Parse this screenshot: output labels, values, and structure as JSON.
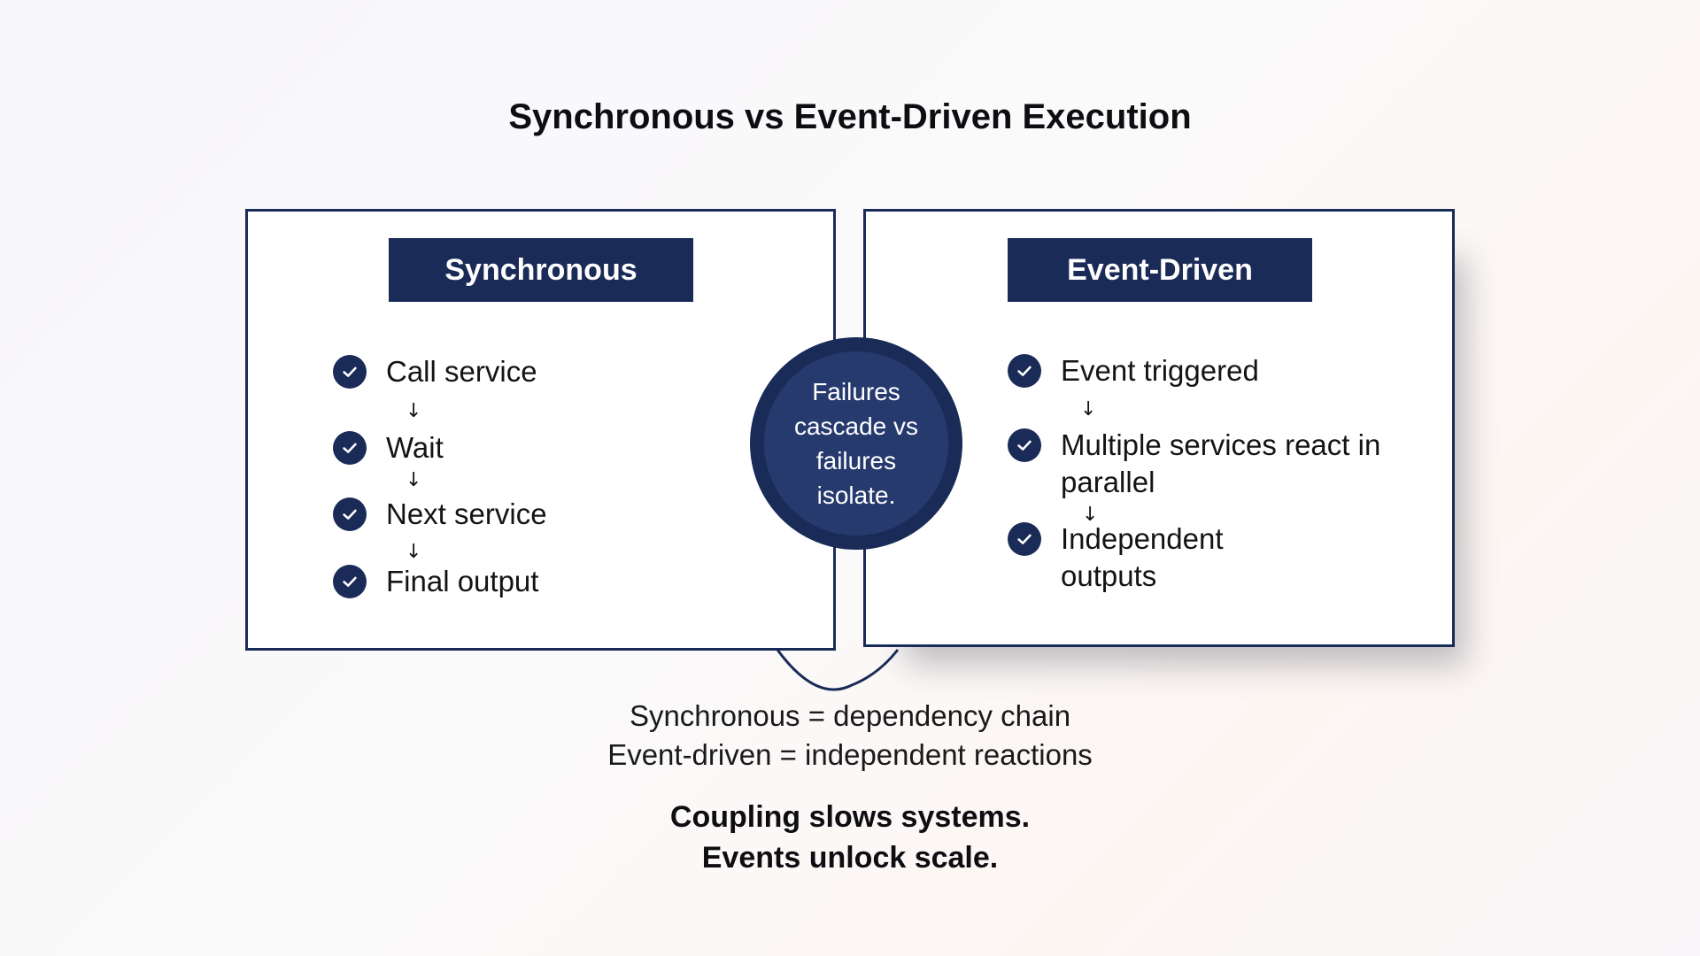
{
  "title": "Synchronous vs Event-Driven Execution",
  "colors": {
    "navy": "#1b2b58",
    "navy_inner": "#263a6e",
    "text": "#141414"
  },
  "synchronous": {
    "header": "Synchronous",
    "steps": [
      {
        "label": "Call service",
        "icon": "check-circle-icon"
      },
      {
        "label": "Wait",
        "icon": "check-circle-icon"
      },
      {
        "label": "Next service",
        "icon": "check-circle-icon"
      },
      {
        "label": "Final output",
        "icon": "check-circle-icon"
      }
    ],
    "arrow": "↓"
  },
  "event_driven": {
    "header": "Event-Driven",
    "steps": [
      {
        "label": "Event triggered",
        "icon": "check-circle-icon"
      },
      {
        "label": "Multiple services react in parallel",
        "icon": "check-circle-icon"
      },
      {
        "label": "Independent outputs",
        "icon": "check-circle-icon"
      }
    ],
    "arrow": "↓"
  },
  "center": {
    "text": "Failures cascade vs failures isolate."
  },
  "summary": {
    "line1": "Synchronous = dependency chain",
    "line2": "Event-driven = independent reactions"
  },
  "conclusion": {
    "line1": "Coupling slows systems.",
    "line2": "Events unlock scale."
  }
}
